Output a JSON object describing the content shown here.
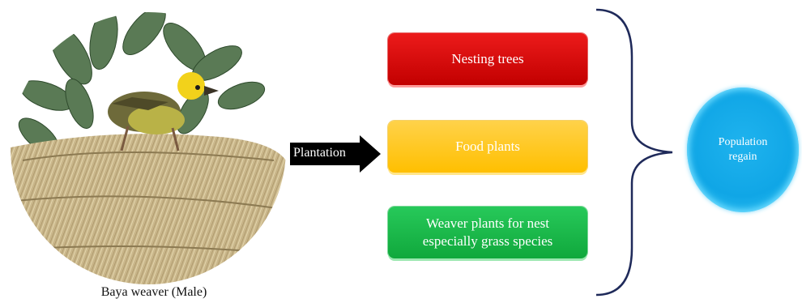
{
  "photo": {
    "caption": "Baya weaver (Male)",
    "icon": "baya-weaver-nest-photo"
  },
  "arrow": {
    "label": "Plantation"
  },
  "boxes": [
    {
      "label": "Nesting trees",
      "color": "#d30a0a"
    },
    {
      "label": "Food plants",
      "color": "#ffc000"
    },
    {
      "label": "Weaver plants for nest\nespecially grass species",
      "color": "#16b447"
    }
  ],
  "result": {
    "label": "Population\nregain",
    "color": "#17acea"
  }
}
